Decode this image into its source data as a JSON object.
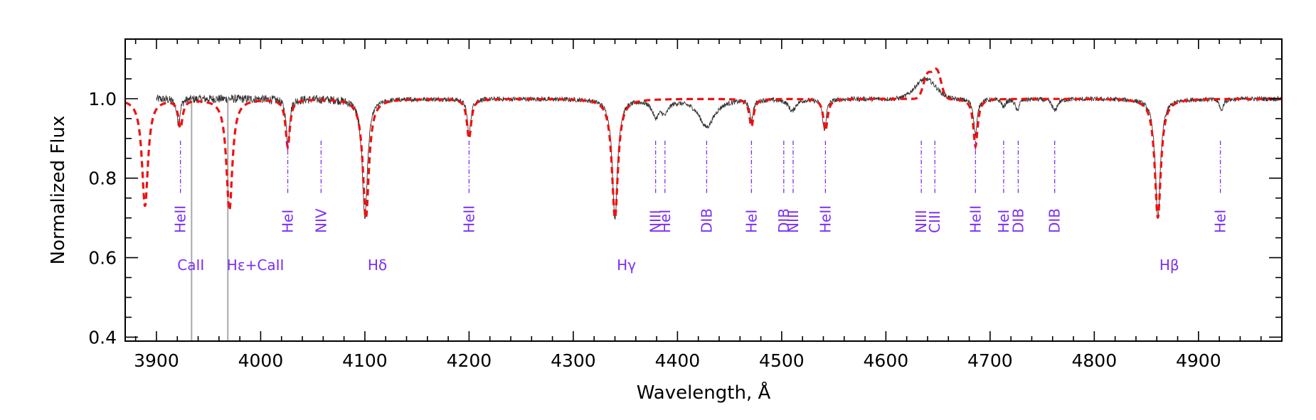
{
  "chart_data": {
    "type": "line",
    "title": "",
    "xlabel": "Wavelength, Å",
    "ylabel": "Normalized Flux",
    "xlim": [
      3870,
      4980
    ],
    "ylim": [
      0.39,
      1.15
    ],
    "x_ticks": [
      3900,
      4000,
      4100,
      4200,
      4300,
      4400,
      4500,
      4600,
      4700,
      4800,
      4900
    ],
    "y_ticks": [
      0.4,
      0.6,
      0.8,
      1.0
    ],
    "y_tick_labels": [
      "0.4",
      "0.6",
      "0.8",
      "1.0"
    ],
    "grid": false,
    "colors": {
      "observed": "#333333",
      "model": "#ee1111",
      "lines": "#7b2ff7",
      "interstellar": "#aaaaaa"
    },
    "series": [
      {
        "style": "observed",
        "baseline": 1.0,
        "noise": 0.006,
        "features": [
          {
            "center": 3921,
            "depth": 0.06,
            "width": 2
          },
          {
            "center": 4026,
            "depth": 0.11,
            "width": 2
          },
          {
            "center": 4100,
            "depth": 0.3,
            "width": 3
          },
          {
            "center": 4200,
            "depth": 0.09,
            "width": 2
          },
          {
            "center": 4340,
            "depth": 0.3,
            "width": 3
          },
          {
            "center": 4379,
            "depth": 0.04,
            "width": 4
          },
          {
            "center": 4388,
            "depth": 0.03,
            "width": 4
          },
          {
            "center": 4428,
            "depth": 0.07,
            "width": 9
          },
          {
            "center": 4471,
            "depth": 0.05,
            "width": 2
          },
          {
            "center": 4510,
            "depth": 0.03,
            "width": 4
          },
          {
            "center": 4541,
            "depth": 0.08,
            "width": 2
          },
          {
            "center": 4686,
            "depth": 0.09,
            "width": 2
          },
          {
            "center": 4713,
            "depth": 0.02,
            "width": 2
          },
          {
            "center": 4726,
            "depth": 0.03,
            "width": 2
          },
          {
            "center": 4762,
            "depth": 0.03,
            "width": 3
          },
          {
            "center": 4861,
            "depth": 0.3,
            "width": 3
          },
          {
            "center": 4922,
            "depth": 0.03,
            "width": 2
          }
        ],
        "emission": [
          {
            "center": 4638,
            "height": 0.05,
            "width": 10
          }
        ],
        "interstellar_lines": [
          {
            "center": 3933.7,
            "depth": 0.6
          },
          {
            "center": 3968.5,
            "depth": 0.6
          }
        ],
        "x_range": [
          3900,
          4980
        ]
      },
      {
        "style": "model",
        "baseline": 1.0,
        "features": [
          {
            "center": 3889,
            "depth": 0.27,
            "width": 3.5
          },
          {
            "center": 3923,
            "depth": 0.07,
            "width": 2.5
          },
          {
            "center": 3970,
            "depth": 0.28,
            "width": 3.5
          },
          {
            "center": 4026,
            "depth": 0.12,
            "width": 2.5
          },
          {
            "center": 4101,
            "depth": 0.3,
            "width": 3.5
          },
          {
            "center": 4200,
            "depth": 0.1,
            "width": 2.5
          },
          {
            "center": 4340,
            "depth": 0.3,
            "width": 3.5
          },
          {
            "center": 4471,
            "depth": 0.07,
            "width": 2.5
          },
          {
            "center": 4542,
            "depth": 0.08,
            "width": 2.5
          },
          {
            "center": 4686,
            "depth": 0.12,
            "width": 2.5
          },
          {
            "center": 4861,
            "depth": 0.3,
            "width": 3.5
          }
        ],
        "emission": [
          {
            "center": 4640,
            "height": 0.06,
            "width": 4
          },
          {
            "center": 4649,
            "height": 0.07,
            "width": 4
          }
        ],
        "x_range": [
          3870,
          4980
        ]
      }
    ],
    "line_ids": [
      {
        "label": "HeII",
        "x": 3923
      },
      {
        "label": "HeI",
        "x": 4026
      },
      {
        "label": "NIV",
        "x": 4058
      },
      {
        "label": "HeII",
        "x": 4200
      },
      {
        "label": "NIII",
        "x": 4379
      },
      {
        "label": "HeI",
        "x": 4388
      },
      {
        "label": "DIB",
        "x": 4428
      },
      {
        "label": "HeI",
        "x": 4471
      },
      {
        "label": "DIB",
        "x": 4502
      },
      {
        "label": "NIII",
        "x": 4511
      },
      {
        "label": "HeII",
        "x": 4542
      },
      {
        "label": "NIII",
        "x": 4634
      },
      {
        "label": "CIII",
        "x": 4647
      },
      {
        "label": "HeII",
        "x": 4686
      },
      {
        "label": "HeI",
        "x": 4713
      },
      {
        "label": "DIB",
        "x": 4727
      },
      {
        "label": "DIB",
        "x": 4762
      },
      {
        "label": "HeI",
        "x": 4921
      }
    ],
    "series_labels": [
      {
        "label": "CaII",
        "x": 3933
      },
      {
        "label": "Hε+CaII",
        "x": 3995
      },
      {
        "label": "Hδ",
        "x": 4112
      },
      {
        "label": "Hγ",
        "x": 4351
      },
      {
        "label": "Hβ",
        "x": 4872
      }
    ]
  }
}
